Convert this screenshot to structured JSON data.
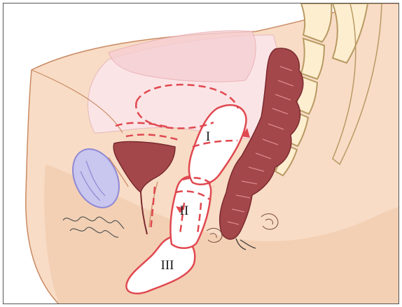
{
  "labels": {
    "zone_1": "I",
    "zone_2": "II",
    "zone_3": "III"
  },
  "colors": {
    "skin": "#f8dcc6",
    "skin_deep": "#efc6a6",
    "abdomen": "#fbe4e6",
    "bone": "#fdeed0",
    "bone_outline": "#b99a63",
    "organ": "#a4474a",
    "organ_dark": "#7a2a2f",
    "ovoid": "#c9c6ef",
    "ovoid_outline": "#8f88d6",
    "outline": "#c98a63",
    "zone_red": "#e0484f"
  }
}
